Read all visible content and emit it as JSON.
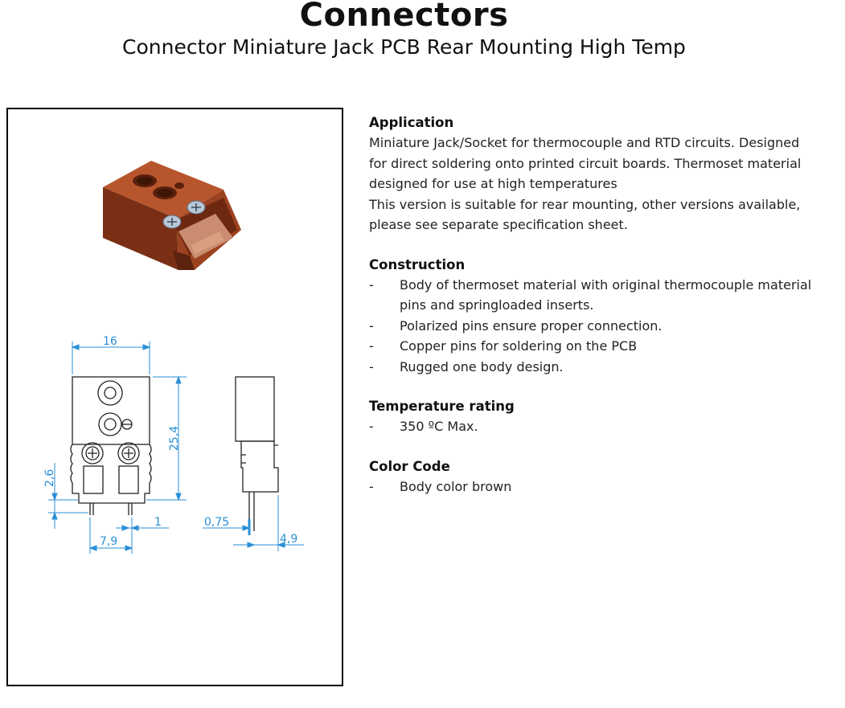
{
  "header": {
    "title": "Connectors",
    "subtitle": "Connector Miniature Jack PCB Rear Mounting High Temp"
  },
  "colors": {
    "body_brown": "#8b3a1c",
    "dimension_blue": "#2a8fd6",
    "text": "#222222"
  },
  "drawing": {
    "dims": {
      "width": "16",
      "height": "25,4",
      "pin_offset": "2,6",
      "pin_spacing": "7,9",
      "pin_width": "1",
      "side_pin": "0,75",
      "side_depth": "4,9"
    }
  },
  "application": {
    "title": "Application",
    "lines": [
      "Miniature Jack/Socket for thermocouple and RTD circuits. Designed",
      "for direct soldering onto printed circuit boards. Thermoset material",
      "designed for use at high temperatures",
      "This version is suitable for rear mounting, other versions available,",
      "please see separate specification sheet."
    ]
  },
  "construction": {
    "title": "Construction",
    "items": [
      "Body of thermoset material with original thermocouple material pins and springloaded inserts.",
      "Polarized pins ensure proper connection.",
      "Copper pins for soldering on the PCB",
      "Rugged one body design."
    ]
  },
  "temperature": {
    "title": "Temperature rating",
    "items": [
      "350 ºC Max."
    ]
  },
  "color_code": {
    "title": "Color Code",
    "items": [
      "Body color brown"
    ]
  },
  "bullet": "-"
}
